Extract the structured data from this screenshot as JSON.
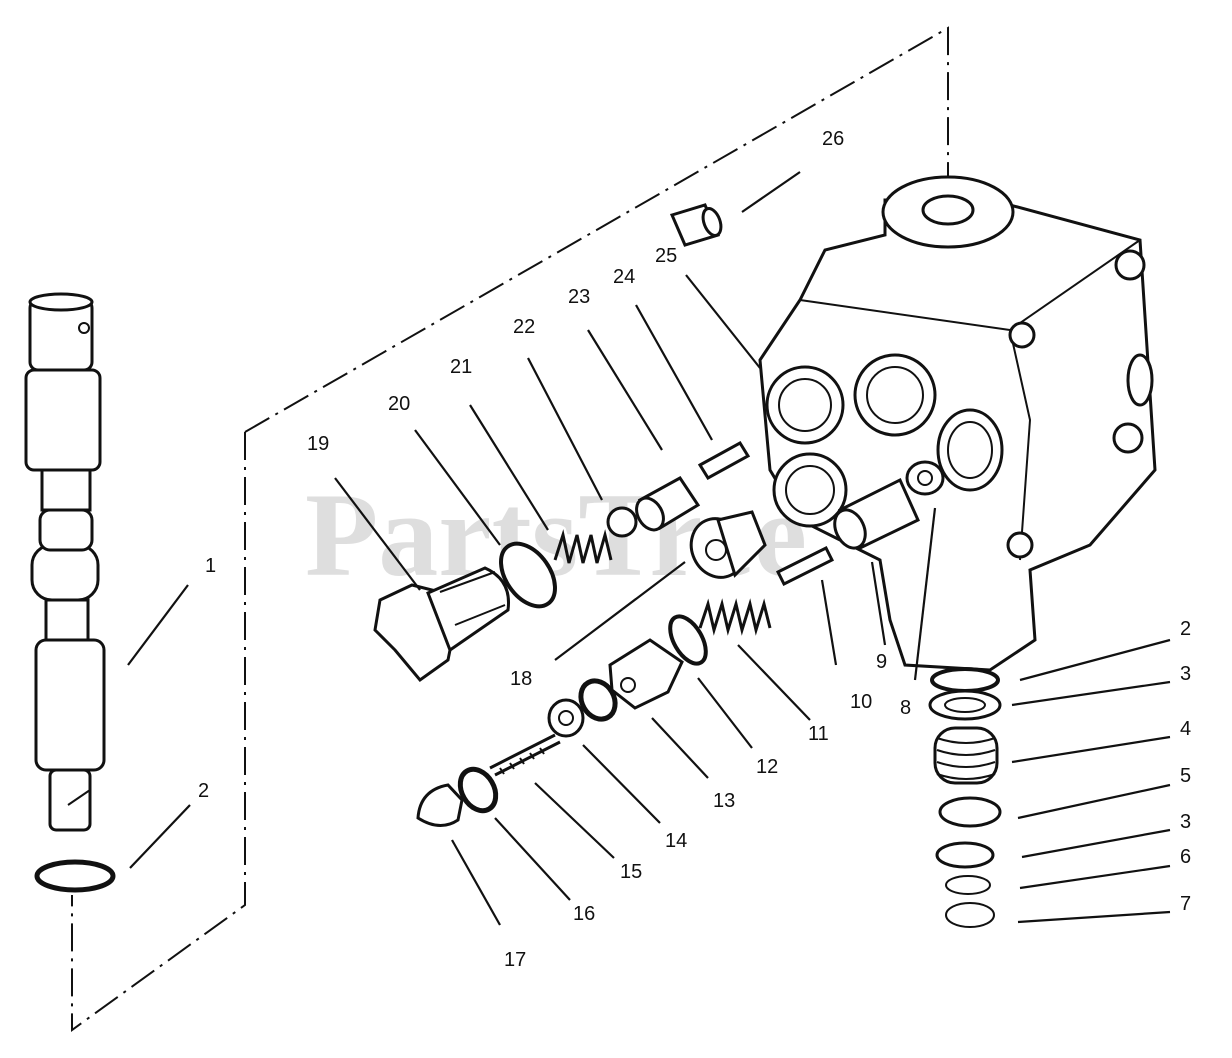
{
  "diagram": {
    "watermark": "PartsTree",
    "callouts": [
      {
        "id": "1",
        "label": "1"
      },
      {
        "id": "2a",
        "label": "2"
      },
      {
        "id": "2b",
        "label": "2"
      },
      {
        "id": "3a",
        "label": "3"
      },
      {
        "id": "3b",
        "label": "3"
      },
      {
        "id": "4",
        "label": "4"
      },
      {
        "id": "5",
        "label": "5"
      },
      {
        "id": "6",
        "label": "6"
      },
      {
        "id": "7",
        "label": "7"
      },
      {
        "id": "8",
        "label": "8"
      },
      {
        "id": "9",
        "label": "9"
      },
      {
        "id": "10",
        "label": "10"
      },
      {
        "id": "11",
        "label": "11"
      },
      {
        "id": "12",
        "label": "12"
      },
      {
        "id": "13",
        "label": "13"
      },
      {
        "id": "14",
        "label": "14"
      },
      {
        "id": "15",
        "label": "15"
      },
      {
        "id": "16",
        "label": "16"
      },
      {
        "id": "17",
        "label": "17"
      },
      {
        "id": "18",
        "label": "18"
      },
      {
        "id": "19",
        "label": "19"
      },
      {
        "id": "20",
        "label": "20"
      },
      {
        "id": "21",
        "label": "21"
      },
      {
        "id": "22",
        "label": "22"
      },
      {
        "id": "23",
        "label": "23"
      },
      {
        "id": "24",
        "label": "24"
      },
      {
        "id": "25",
        "label": "25"
      },
      {
        "id": "26",
        "label": "26"
      }
    ]
  }
}
